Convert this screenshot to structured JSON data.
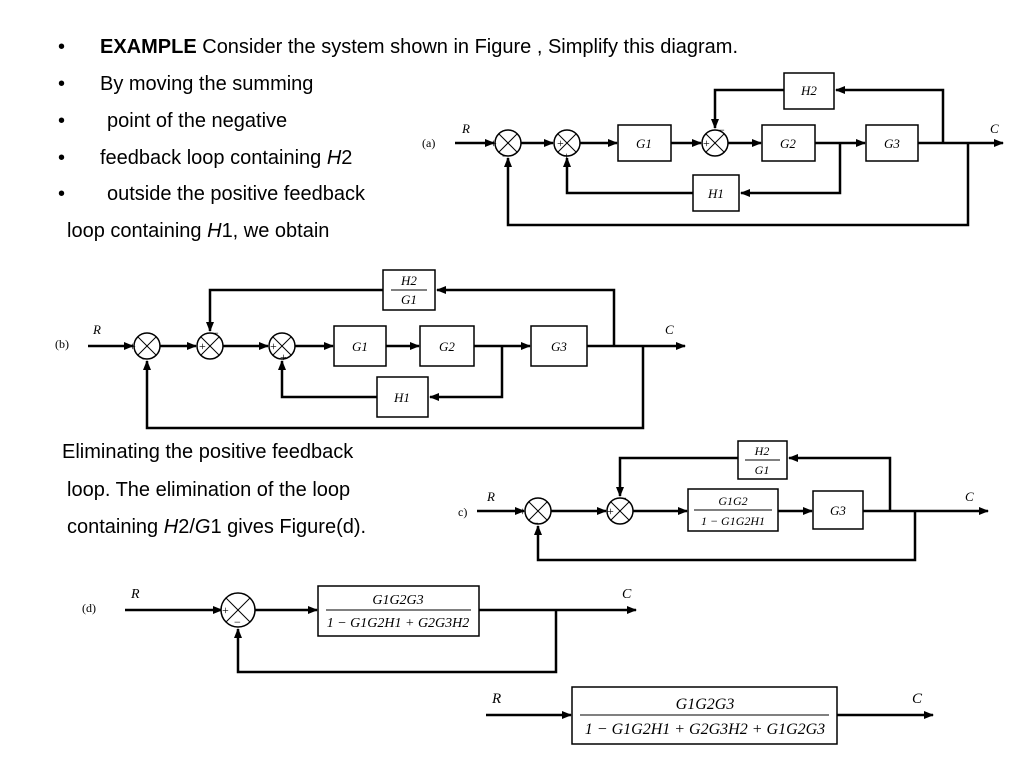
{
  "text": {
    "bullet1_bold": "EXAMPLE",
    "bullet1_rest": " Consider the system shown in Figure , Simplify this diagram.",
    "bullet2": "By moving the summing",
    "bullet3": "point of the negative",
    "bullet4_pre": "feedback loop containing ",
    "bullet4_H": "H",
    "bullet4_post": "2",
    "bullet5": "outside the positive feedback",
    "line6_pre": "loop containing ",
    "line6_H": "H",
    "line6_post": "1, we obtain",
    "para1": "Eliminating the positive feedback",
    "para2": "loop. The elimination of the loop",
    "para3_pre": "containing   ",
    "para3_H": "H",
    "para3_mid": "2/",
    "para3_G": "G",
    "para3_post": "1 gives Figure(d)."
  },
  "fig_a": {
    "label": "(a)",
    "R": "R",
    "C": "C",
    "G1": "G1",
    "G2": "G2",
    "G3": "G3",
    "H1": "H1",
    "H2": "H2"
  },
  "fig_b": {
    "label": "(b)",
    "R": "R",
    "C": "C",
    "G1": "G1",
    "G2": "G2",
    "G3": "G3",
    "H1": "H1",
    "H2_over_G1_num": "H2",
    "H2_over_G1_den": "G1"
  },
  "fig_c": {
    "label": "c)",
    "R": "R",
    "C": "C",
    "G3": "G3",
    "H2G1_num": "H2",
    "H2G1_den": "G1",
    "block_num": "G1G2",
    "block_den": "1 − G1G2H1"
  },
  "fig_d": {
    "label": "(d)",
    "R": "R",
    "C": "C",
    "block_num": "G1G2G3",
    "block_den": "1 − G1G2H1 + G2G3H2"
  },
  "fig_e": {
    "R": "R",
    "C": "C",
    "block_num": "G1G2G3",
    "block_den": "1 − G1G2H1 + G2G3H2 + G1G2G3"
  },
  "signs": {
    "plus": "+",
    "minus": "−"
  }
}
